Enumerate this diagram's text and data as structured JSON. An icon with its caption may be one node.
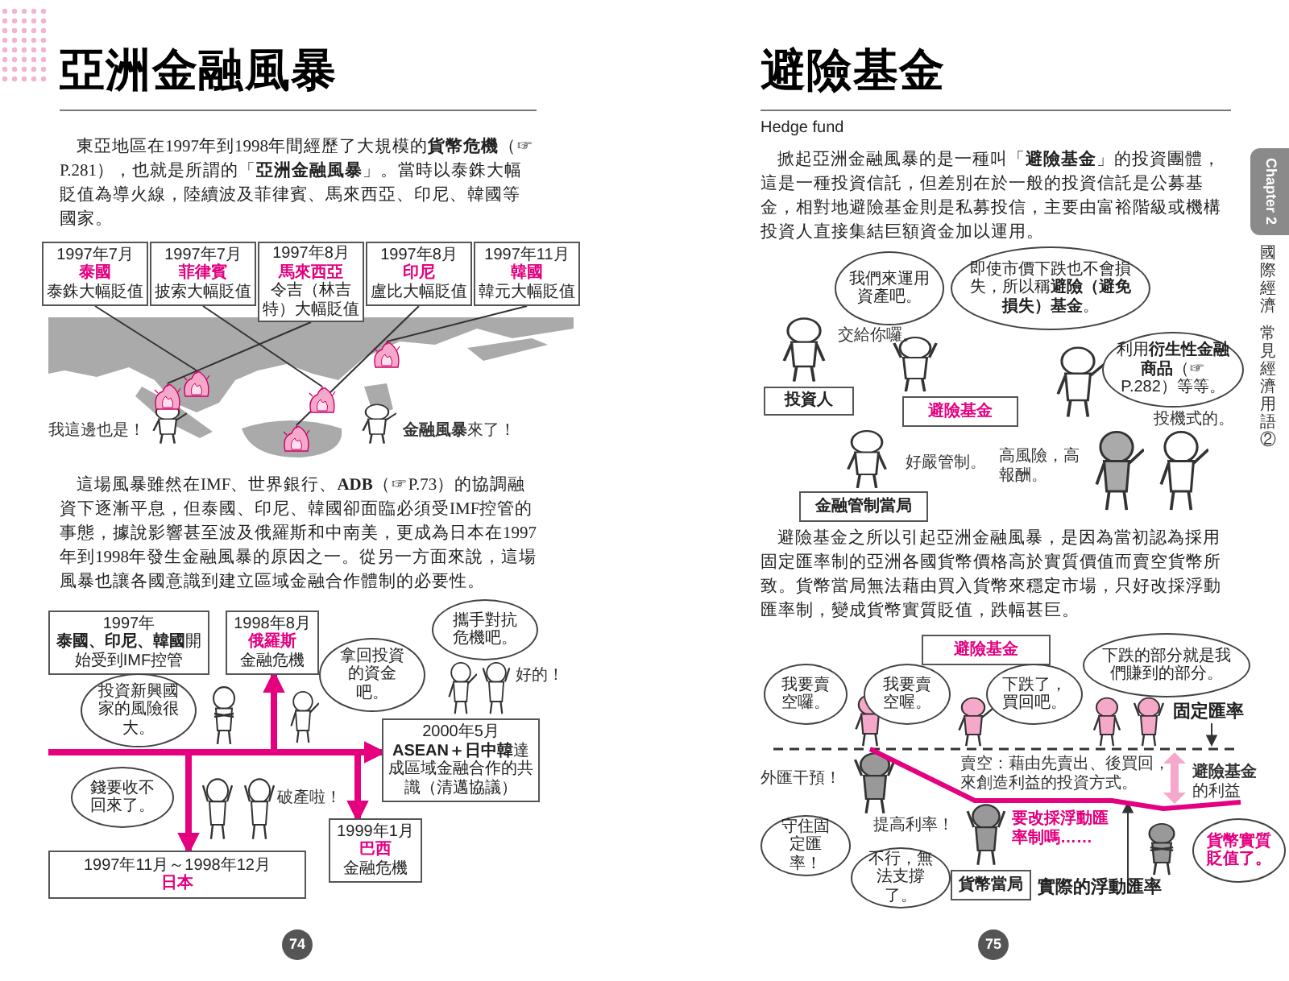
{
  "diagram": {
    "title": "亞洲金融風暴",
    "nodes": [
      {
        "text": [
          "1997年7月",
          "泰國",
          "泰銖大幅貶值"
        ]
      },
      {
        "text": [
          "1997年7月",
          "菲律賓",
          "披索大幅貶值"
        ]
      },
      {
        "text": [
          "1997年8月",
          "馬來西亞",
          "令吉（林吉特）大幅貶值"
        ]
      },
      {
        "text": [
          "1997年8月",
          "印尼",
          "盧比大幅貶值"
        ]
      },
      {
        "text": [
          "1997年11月",
          "韓國",
          "韓元大幅貶值"
        ]
      },
      {
        "text": [
          "1997年",
          "**泰國、印尼、韓國**開始受到IMF控管"
        ]
      },
      {
        "text": [
          "1998年8月",
          "俄羅斯",
          "金融危機"
        ]
      },
      {
        "text": [
          "投資新興國家的風險很大。"
        ]
      },
      {
        "text": [
          "拿回投資的資金吧。"
        ]
      },
      {
        "text": [
          "攜手對抗危機吧。"
        ]
      },
      {
        "text": [
          "2000年5月",
          "**ASEAN＋日中韓**達成區域金融合作的共識（清邁協議）"
        ]
      },
      {
        "text": [
          "錢要收不回來了。"
        ]
      },
      {
        "text": [
          "1997年11月～1998年12月",
          "日本"
        ]
      },
      {
        "text": [
          "1999年1月",
          "巴西",
          "金融危機"
        ]
      },
      {
        "text": [
          "我們來運用資產吧。"
        ]
      },
      {
        "text": [
          "即使市價下跌也不會損失，所以稱**避險（避免損失）基金**。"
        ]
      },
      {
        "text": [
          "利用**衍生性金融商品**（☞P.282）等等。"
        ]
      },
      {
        "text": [
          "投資人"
        ]
      },
      {
        "text": [
          "避險基金"
        ]
      },
      {
        "text": [
          "金融管制當局"
        ]
      },
      {
        "text": [
          "避險基金"
        ]
      },
      {
        "text": [
          "我要賣空囉。"
        ]
      },
      {
        "text": [
          "我要賣空喔。"
        ]
      },
      {
        "text": [
          "下跌了，買回吧。"
        ]
      },
      {
        "text": [
          "下跌的部分就是我們賺到的部分。"
        ]
      },
      {
        "text": [
          "固定匯率"
        ]
      },
      {
        "text": [
          "守住固定匯率！"
        ]
      },
      {
        "text": [
          "不行，無法支撐了。"
        ]
      },
      {
        "text": [
          "貨幣當局"
        ]
      },
      {
        "text": [
          "實際的浮動匯率"
        ]
      },
      {
        "text": [
          "貨幣實質貶值了。"
        ]
      },
      {
        "text": [],
        "shape": "picture"
      },
      {
        "text": [],
        "shape": "picture"
      },
      {
        "text": [],
        "shape": "picture"
      },
      {
        "text": [],
        "shape": "picture"
      },
      {
        "text": [],
        "shape": "picture"
      },
      {
        "text": [],
        "shape": "line"
      },
      {
        "text": [],
        "shape": "line"
      }
    ],
    "edges": [
      {
        "from": 0,
        "to": 32,
        "arrow": "none"
      },
      {
        "from": 1,
        "to": 34,
        "arrow": "none"
      },
      {
        "from": 2,
        "to": 31,
        "arrow": "none"
      },
      {
        "from": 3,
        "to": 33,
        "arrow": "none"
      },
      {
        "from": 4,
        "to": 35,
        "arrow": "none"
      },
      {
        "from": null,
        "to": 10,
        "arrow": "to",
        "style": "thick",
        "color": "#e4007f"
      },
      {
        "from": null,
        "to": 6,
        "arrow": "to",
        "style": "thick",
        "color": "#e4007f"
      },
      {
        "from": null,
        "to": 12,
        "arrow": "to",
        "style": "thick",
        "color": "#e4007f"
      },
      {
        "from": null,
        "to": 13,
        "arrow": "to",
        "style": "thick",
        "color": "#e4007f"
      },
      {
        "from": 25,
        "to": 36,
        "arrow": "to"
      },
      {
        "from": 29,
        "to": 37,
        "arrow": "to"
      }
    ],
    "labels": [
      "東亞地區在1997年到1998年間經歷了大規模的**貨幣危機**（☞P.281），也就是所謂的「**亞洲金融風暴**」。當時以泰銖大幅貶值為導火線，陸續波及菲律賓、馬來西亞、印尼、韓國等國家。",
      "我這邊也是！",
      "**金融風暴**來了！",
      "這場風暴雖然在IMF、世界銀行、**ADB**（☞P.73）的協調融資下逐漸平息，但泰國、印尼、韓國卻面臨必須受IMF控管的事態，據說影響甚至波及俄羅斯和中南美，更成為日本在1997年到1998年發生金融風暴的原因之一。從另一方面來說，這場風暴也讓各國意識到建立區域金融合作體制的必要性。",
      "好的！",
      "破產啦！",
      "74",
      "避險基金",
      "Hedge fund",
      "Chapter 2",
      "國際經濟",
      "常見經濟用語②",
      "掀起亞洲金融風暴的是一種叫「**避險基金**」的投資團體，這是一種投資信託，但差別在於一般的投資信託是公募基金，相對地避險基金則是私募投信，主要由富裕階級或機構投資人直接集結巨額資金加以運用。",
      "交給你囉。",
      "好嚴管制。",
      "高風險，高報酬。",
      "投機式的。",
      "避險基金之所以引起亞洲金融風暴，是因為當初認為採用固定匯率制的亞洲各國貨幣價格高於實質價值而賣空貨幣所致。貨幣當局無法藉由買入貨幣來穩定市場，只好改採浮動匯率制，變成貨幣實質貶值，跌幅甚巨。",
      "外匯干預！",
      "賣空：藉由先賣出、後買回，來創造利益的投資方式。",
      "**避險基金**的利益",
      "提高利率！",
      "要改採浮動匯率制嗎……",
      "75"
    ]
  }
}
